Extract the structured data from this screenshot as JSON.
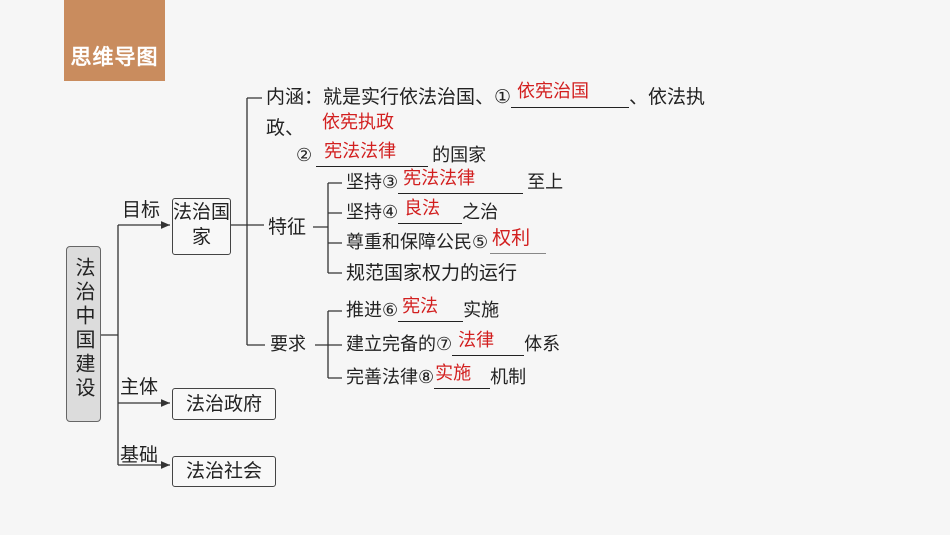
{
  "title": "思维导图",
  "root": "法治中国建设",
  "branches": {
    "goal": {
      "label": "目标",
      "node": "法治国家"
    },
    "subject": {
      "label": "主体",
      "node": "法治政府"
    },
    "basis": {
      "label": "基础",
      "node": "法治社会"
    }
  },
  "connotation": {
    "prefix": "内涵：就是实行依法治国、①",
    "answer1": "依宪治国",
    "mid": "、依法执",
    "line2": "政、",
    "answer_extra": "依宪执政"
  },
  "features": {
    "label": "特征",
    "item2_num": "②",
    "item2_suffix": "的国家",
    "item2_answer": "宪法法律",
    "items": [
      {
        "prefix": "坚持③",
        "answer": "宪法法律",
        "suffix": "至上"
      },
      {
        "prefix": "坚持④",
        "answer": "良法",
        "suffix": "之治"
      },
      {
        "prefix": "尊重和保障公民⑤",
        "answer": "权利",
        "suffix": ""
      },
      {
        "prefix": "规范国家权力的运行",
        "answer": "",
        "suffix": ""
      }
    ]
  },
  "requirements": {
    "label": "要求",
    "items": [
      {
        "prefix": "推进⑥",
        "answer": "宪法",
        "suffix": "实施"
      },
      {
        "prefix": "建立完备的⑦",
        "answer": "法律",
        "suffix": "体系"
      },
      {
        "prefix": "完善法律⑧",
        "answer": "实施",
        "suffix": "机制"
      }
    ]
  },
  "colors": {
    "title_bg": "#c98c5e",
    "answer": "#d21f1f"
  }
}
